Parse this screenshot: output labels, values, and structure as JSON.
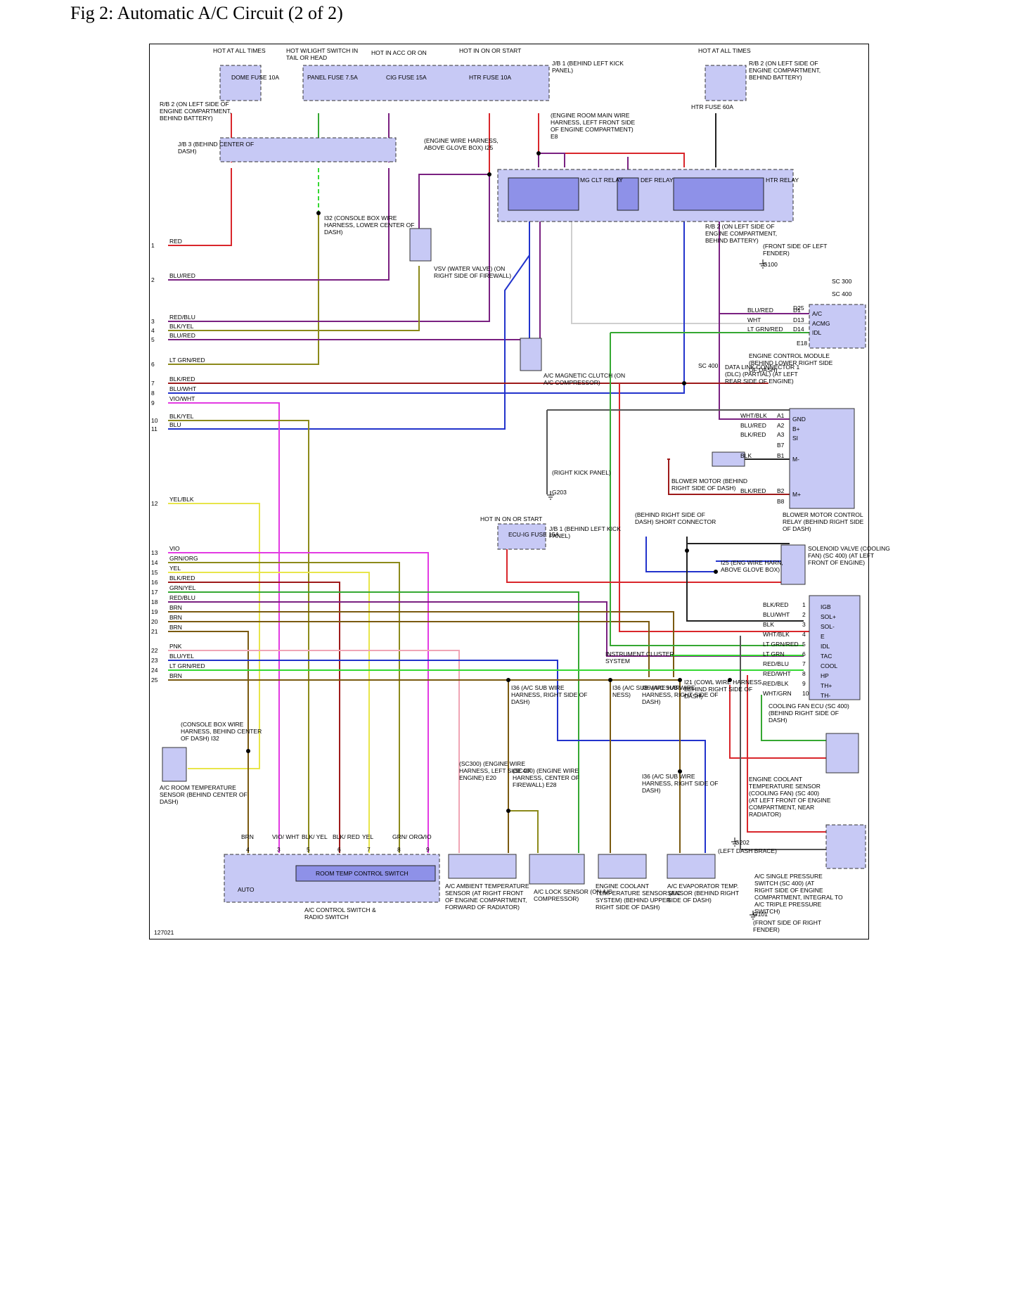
{
  "title": "Fig 2: Automatic A/C Circuit (2 of 2)",
  "figure_id": "127021",
  "colors": {
    "red": "#d9262b",
    "blue": "#2233cc",
    "purple": "#7a2181",
    "green": "#35a832",
    "yellow": "#e8e54a",
    "olive": "#8c8a1a",
    "brown": "#7a5a10",
    "magenta": "#e33be3",
    "pink": "#f0a5b5",
    "gray": "#cfcfcf",
    "black": "#222222",
    "darkred": "#9e1a1a",
    "component_fill": "#c7c9f5"
  },
  "headers": {
    "hot_all_1": "HOT AT ALL TIMES",
    "hot_tail": "HOT W/LIGHT SWITCH IN TAIL OR HEAD",
    "hot_acc": "HOT IN ACC OR ON",
    "hot_on": "HOT IN ON OR START",
    "hot_all_2": "HOT AT ALL TIMES",
    "hot_on_2": "HOT IN ON OR START"
  },
  "fuses": {
    "rb2_left": "R/B 2 (ON LEFT SIDE OF ENGINE COMPARTMENT, BEHIND BATTERY)",
    "dome": "DOME FUSE 10A",
    "panel": "PANEL FUSE 7.5A",
    "cig": "CIG FUSE 15A",
    "htr_fuse": "HTR FUSE 10A",
    "jb1": "J/B 1 (BEHIND LEFT KICK PANEL)",
    "htr60": "HTR FUSE 60A",
    "rb2_right": "R/B 2 (ON LEFT SIDE OF ENGINE COMPARTMENT, BEHIND BATTERY)",
    "ecu_ig": "ECU-IG FUSE 15A",
    "jb1_2": "J/B 1 (BEHIND LEFT KICK PANEL)"
  },
  "components": {
    "jb3": "J/B 3 (BEHIND CENTER OF DASH)",
    "mg_clt": "MG CLT RELAY",
    "def": "DEF RELAY",
    "htr_relay": "HTR RELAY",
    "rb2_relay": "R/B 2 (ON LEFT SIDE OF ENGINE COMPARTMENT, BEHIND BATTERY)",
    "vsv": "VSV (WATER VALVE) (ON RIGHT SIDE OF FIREWALL)",
    "clutch": "A/C MAGNETIC CLUTCH (ON A/C COMPRESSOR)",
    "ecm": "ENGINE CONTROL MODULE (BEHIND LOWER RIGHT SIDE OF DASH)",
    "dlc": "DATA LINK CONNECTOR 1 (DLC) (PARTIAL) (AT LEFT REAR SIDE OF ENGINE)",
    "blower_motor": "BLOWER MOTOR (BEHIND RIGHT SIDE OF DASH)",
    "blower_relay": "BLOWER MOTOR CONTROL RELAY (BEHIND RIGHT SIDE OF DASH)",
    "short_conn": "(BEHIND RIGHT SIDE OF DASH) SHORT CONNECTOR",
    "solenoid": "SOLENOID VALVE (COOLING FAN) (SC 400) (AT LEFT FRONT OF ENGINE)",
    "fan_ecu": "COOLING FAN ECU (SC 400) (BEHIND RIGHT SIDE OF DASH)",
    "ect_fan": "ENGINE COOLANT TEMPERATURE SENSOR (COOLING FAN) (SC 400) (AT LEFT FRONT OF ENGINE COMPARTMENT, NEAR RADIATOR)",
    "pressure_sw": "A/C SINGLE PRESSURE SWITCH (SC 400) (AT RIGHT SIDE OF ENGINE COMPARTMENT, INTEGRAL TO A/C TRIPLE PRESSURE SWITCH)",
    "room_sensor": "A/C ROOM TEMPERATURE SENSOR (BEHIND CENTER OF DASH)",
    "control_switch": "A/C CONTROL SWITCH & RADIO SWITCH",
    "room_temp_sw": "ROOM TEMP CONTROL SWITCH",
    "auto": "AUTO",
    "ambient": "A/C AMBIENT TEMPERATURE SENSOR (AT RIGHT FRONT OF ENGINE COMPARTMENT, FORWARD OF RADIATOR)",
    "lock": "A/C LOCK SENSOR (ON A/C COMPRESSOR)",
    "ect_ac": "ENGINE COOLANT TEMPERATURE SENSOR (A/C SYSTEM) (BEHIND UPPER RIGHT SIDE OF DASH)",
    "evap": "A/C EVAPORATOR TEMP. SENSOR (BEHIND RIGHT SIDE OF DASH)",
    "instrument": "INSTRUMENT CLUSTER SYSTEM"
  },
  "grounds": {
    "g100": "G100",
    "g100_note": "(FRONT SIDE OF LEFT FENDER)",
    "g203": "G203",
    "g203_note": "(RIGHT KICK PANEL)",
    "g202": "G202",
    "g202_note": "(LEFT DASH BRACE)",
    "g101": "G101",
    "g101_note": "(FRONT SIDE OF RIGHT FENDER)"
  },
  "left_pins": [
    {
      "n": "1",
      "label": "RED",
      "color": "red"
    },
    {
      "n": "2",
      "label": "BLU/RED",
      "color": "purple"
    },
    {
      "n": "3",
      "label": "RED/BLU",
      "color": "purple"
    },
    {
      "n": "4",
      "label": "BLK/YEL",
      "color": "olive"
    },
    {
      "n": "5",
      "label": "BLU/RED",
      "color": "purple"
    },
    {
      "n": "6",
      "label": "LT GRN/RED",
      "color": "olive"
    },
    {
      "n": "7",
      "label": "BLK/RED",
      "color": "darkred"
    },
    {
      "n": "8",
      "label": "BLU/WHT",
      "color": "blue"
    },
    {
      "n": "9",
      "label": "VIO/WHT",
      "color": "magenta"
    },
    {
      "n": "10",
      "label": "BLK/YEL",
      "color": "olive"
    },
    {
      "n": "11",
      "label": "BLU",
      "color": "blue"
    },
    {
      "n": "12",
      "label": "YEL/BLK",
      "color": "yellow"
    },
    {
      "n": "13",
      "label": "VIO",
      "color": "magenta"
    },
    {
      "n": "14",
      "label": "GRN/ORG",
      "color": "olive"
    },
    {
      "n": "15",
      "label": "YEL",
      "color": "yellow"
    },
    {
      "n": "16",
      "label": "BLK/RED",
      "color": "darkred"
    },
    {
      "n": "17",
      "label": "GRN/YEL",
      "color": "green"
    },
    {
      "n": "18",
      "label": "RED/BLU",
      "color": "purple"
    },
    {
      "n": "19",
      "label": "BRN",
      "color": "brown"
    },
    {
      "n": "20",
      "label": "BRN",
      "color": "brown"
    },
    {
      "n": "21",
      "label": "BRN",
      "color": "brown"
    },
    {
      "n": "22",
      "label": "PNK",
      "color": "pink"
    },
    {
      "n": "23",
      "label": "BLU/YEL",
      "color": "blue"
    },
    {
      "n": "24",
      "label": "LT GRN/RED",
      "color": "green"
    },
    {
      "n": "25",
      "label": "BRN",
      "color": "brown"
    }
  ],
  "ecm_pins": [
    {
      "wire": "BLU/RED",
      "pin": "D1",
      "name": "A/C"
    },
    {
      "wire": "WHT",
      "pin": "D13",
      "name": "ACMG"
    },
    {
      "wire": "LT GRN/RED",
      "pin": "D14",
      "name": "IDL"
    }
  ],
  "ecm_extra": {
    "d25": "D25",
    "e18": "E18",
    "sc300": "SC 300",
    "sc400": "SC 400"
  },
  "blower_pins": [
    {
      "wire": "WHT/BLK",
      "pin": "A1",
      "name": "GND"
    },
    {
      "wire": "BLU/RED",
      "pin": "A2",
      "name": "B+"
    },
    {
      "wire": "BLK/RED",
      "pin": "A3",
      "name": "SI"
    },
    {
      "wire": "",
      "pin": "B7",
      "name": ""
    },
    {
      "wire": "BLK",
      "pin": "B1",
      "name": "M-"
    },
    {
      "wire": "BLK/RED",
      "pin": "B2",
      "name": "M+"
    },
    {
      "wire": "",
      "pin": "B8",
      "name": ""
    }
  ],
  "fan_pins": [
    {
      "wire": "BLK/RED",
      "pin": "1",
      "name": "IGB"
    },
    {
      "wire": "BLU/WHT",
      "pin": "2",
      "name": "SOL+"
    },
    {
      "wire": "BLK",
      "pin": "3",
      "name": "SOL-"
    },
    {
      "wire": "WHT/BLK",
      "pin": "4",
      "name": "E"
    },
    {
      "wire": "LT GRN/RED",
      "pin": "5",
      "name": "IDL"
    },
    {
      "wire": "LT GRN",
      "pin": "6",
      "name": "TAC"
    },
    {
      "wire": "RED/BLU",
      "pin": "7",
      "name": "COOL"
    },
    {
      "wire": "RED/WHT",
      "pin": "8",
      "name": "HP"
    },
    {
      "wire": "RED/BLK",
      "pin": "9",
      "name": "TH+"
    },
    {
      "wire": "WHT/GRN",
      "pin": "10",
      "name": "TH-"
    }
  ],
  "bottom_switch_wires": [
    {
      "label": "BRN",
      "pin": "4"
    },
    {
      "label": "VIO/ WHT",
      "pin": "3"
    },
    {
      "label": "BLK/ YEL",
      "pin": "5"
    },
    {
      "label": "BLK/ RED",
      "pin": "6"
    },
    {
      "label": "YEL",
      "pin": "7"
    },
    {
      "label": "GRN/ ORG",
      "pin": "8"
    },
    {
      "label": "VIO",
      "pin": "9"
    }
  ],
  "splices": {
    "i32_console": "I32 (CONSOLE BOX WIRE HARNESS, LOWER CENTER OF DASH)",
    "i32_behind": "(CONSOLE BOX WIRE HARNESS, BEHIND CENTER OF DASH) I32",
    "i36_right": "I36 (A/C SUB WIRE HARNESS, RIGHT SIDE OF DASH)",
    "i36_ac": "I36 (A/C SUB WIRE HAR- NESS)",
    "i36_ac2": "I36 (A/C SUB WIRE HARNESS, RIGHT SIDE OF DASH)",
    "i21": "I21 (COWL WIRE HARNESS, BEHIND RIGHT SIDE OF DASH)",
    "i36_lower": "I36 (A/C SUB WIRE HARNESS, RIGHT SIDE OF DASH)",
    "e20": "(SC300) (ENGINE WIRE HARNESS, LEFT SIDE OF ENGINE) E20",
    "e28": "(SC400) (ENGINE WIRE HARNESS, CENTER OF FIREWALL) E28",
    "i25_eng": "(ENGINE WIRE HARNESS, ABOVE GLOVE BOX) I25",
    "i25_harn": "I25 (ENG WIRE HARN, ABOVE GLOVE BOX)",
    "e8": "(ENGINE ROOM MAIN WIRE HARNESS, LEFT FRONT SIDE OF ENGINE COMPARTMENT) E8",
    "sc400": "SC 400"
  }
}
